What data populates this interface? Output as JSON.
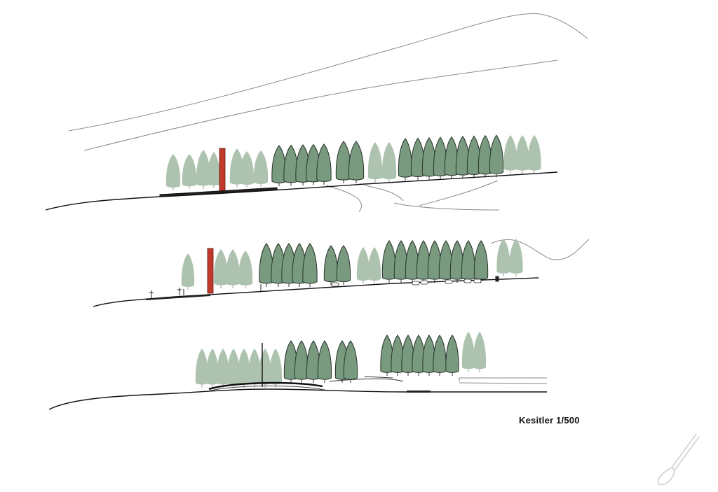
{
  "drawing": {
    "caption": "Kesitler 1/500",
    "sections": [
      {
        "id": "section-1",
        "tower": "red-tower"
      },
      {
        "id": "section-2",
        "tower": "red-tower"
      },
      {
        "id": "section-3",
        "tower": "mast-line"
      }
    ]
  },
  "colors": {
    "tree_dark": "#7a9a80",
    "tree_light": "#adc3af",
    "tree_outline": "#2f3d32",
    "tower": "#c0392b",
    "ground_line": "#111111",
    "hill_line": "#8a8a8a",
    "watermark": "#d8d8d8"
  }
}
